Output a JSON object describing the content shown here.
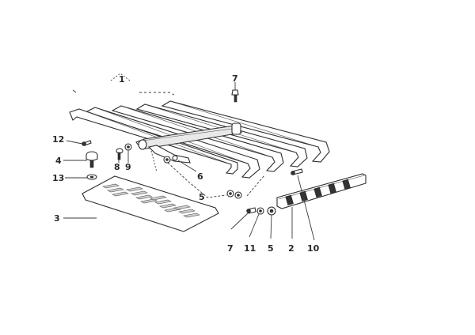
{
  "labels": {
    "l1": "1",
    "l7a": "7",
    "l12": "12",
    "l4": "4",
    "l13": "13",
    "l8": "8",
    "l9": "9",
    "l6": "6",
    "l5a": "5",
    "l3": "3",
    "l7b": "7",
    "l11": "11",
    "l5b": "5",
    "l2": "2",
    "l10": "10"
  }
}
